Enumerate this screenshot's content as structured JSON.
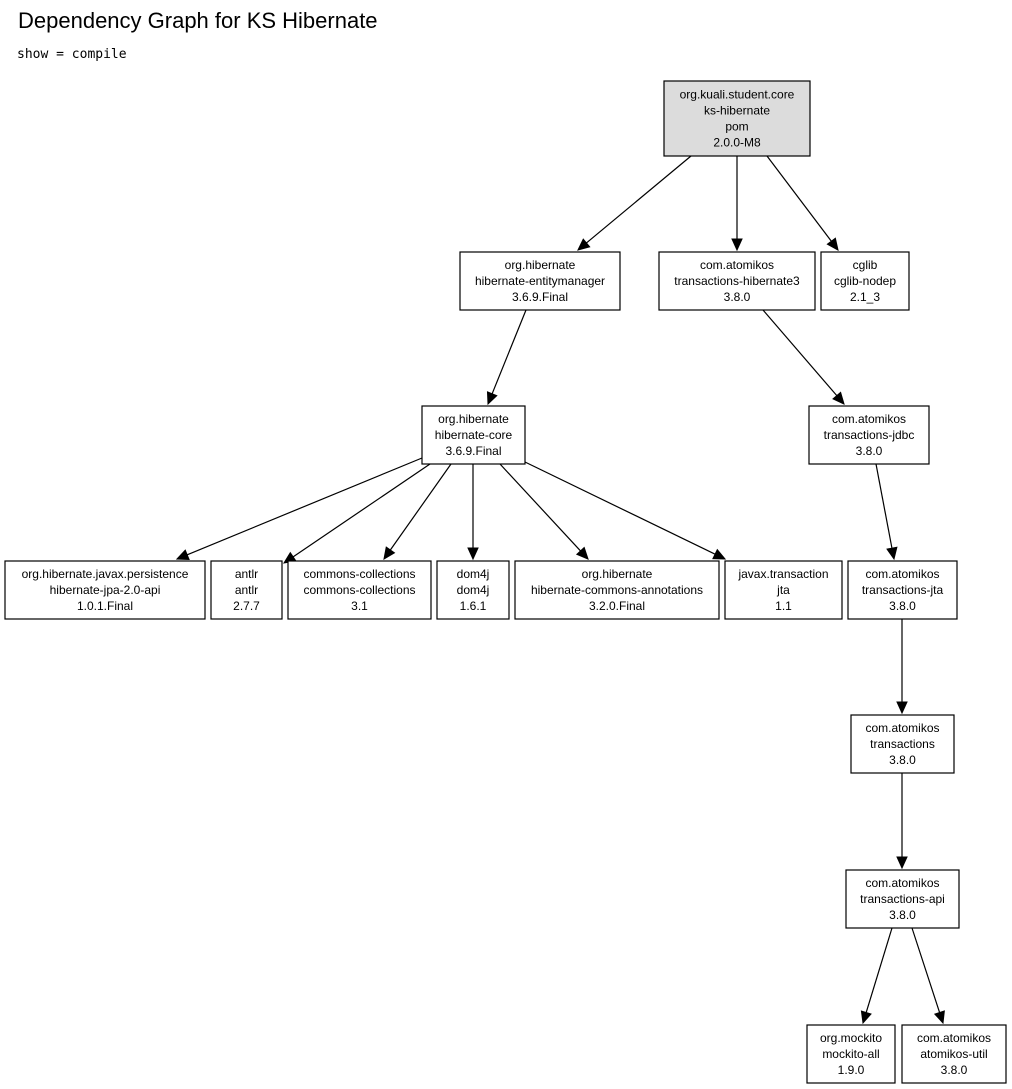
{
  "header": {
    "title": "Dependency Graph for KS Hibernate",
    "filter": "show = compile"
  },
  "nodes": [
    {
      "id": "root",
      "lines": [
        "org.kuali.student.core",
        "ks-hibernate",
        "pom",
        "2.0.0-M8"
      ],
      "root": true
    },
    {
      "id": "hem",
      "lines": [
        "org.hibernate",
        "hibernate-entitymanager",
        "3.6.9.Final"
      ]
    },
    {
      "id": "th3",
      "lines": [
        "com.atomikos",
        "transactions-hibernate3",
        "3.8.0"
      ]
    },
    {
      "id": "cglib",
      "lines": [
        "cglib",
        "cglib-nodep",
        "2.1_3"
      ]
    },
    {
      "id": "hcore",
      "lines": [
        "org.hibernate",
        "hibernate-core",
        "3.6.9.Final"
      ]
    },
    {
      "id": "tjdbc",
      "lines": [
        "com.atomikos",
        "transactions-jdbc",
        "3.8.0"
      ]
    },
    {
      "id": "jpa",
      "lines": [
        "org.hibernate.javax.persistence",
        "hibernate-jpa-2.0-api",
        "1.0.1.Final"
      ]
    },
    {
      "id": "antlr",
      "lines": [
        "antlr",
        "antlr",
        "2.7.7"
      ]
    },
    {
      "id": "cc",
      "lines": [
        "commons-collections",
        "commons-collections",
        "3.1"
      ]
    },
    {
      "id": "dom4j",
      "lines": [
        "dom4j",
        "dom4j",
        "1.6.1"
      ]
    },
    {
      "id": "hca",
      "lines": [
        "org.hibernate",
        "hibernate-commons-annotations",
        "3.2.0.Final"
      ]
    },
    {
      "id": "jta",
      "lines": [
        "javax.transaction",
        "jta",
        "1.1"
      ]
    },
    {
      "id": "tjta",
      "lines": [
        "com.atomikos",
        "transactions-jta",
        "3.8.0"
      ]
    },
    {
      "id": "tx",
      "lines": [
        "com.atomikos",
        "transactions",
        "3.8.0"
      ]
    },
    {
      "id": "tapi",
      "lines": [
        "com.atomikos",
        "transactions-api",
        "3.8.0"
      ]
    },
    {
      "id": "mockito",
      "lines": [
        "org.mockito",
        "mockito-all",
        "1.9.0"
      ]
    },
    {
      "id": "autil",
      "lines": [
        "com.atomikos",
        "atomikos-util",
        "3.8.0"
      ]
    }
  ],
  "edges": [
    {
      "from": "root",
      "to": "hem"
    },
    {
      "from": "root",
      "to": "th3"
    },
    {
      "from": "root",
      "to": "cglib"
    },
    {
      "from": "hem",
      "to": "hcore"
    },
    {
      "from": "th3",
      "to": "tjdbc"
    },
    {
      "from": "hcore",
      "to": "jpa"
    },
    {
      "from": "hcore",
      "to": "antlr"
    },
    {
      "from": "hcore",
      "to": "cc"
    },
    {
      "from": "hcore",
      "to": "dom4j"
    },
    {
      "from": "hcore",
      "to": "hca"
    },
    {
      "from": "hcore",
      "to": "jta"
    },
    {
      "from": "tjdbc",
      "to": "tjta"
    },
    {
      "from": "tjta",
      "to": "tx"
    },
    {
      "from": "tx",
      "to": "tapi"
    },
    {
      "from": "tapi",
      "to": "mockito"
    },
    {
      "from": "tapi",
      "to": "autil"
    }
  ]
}
